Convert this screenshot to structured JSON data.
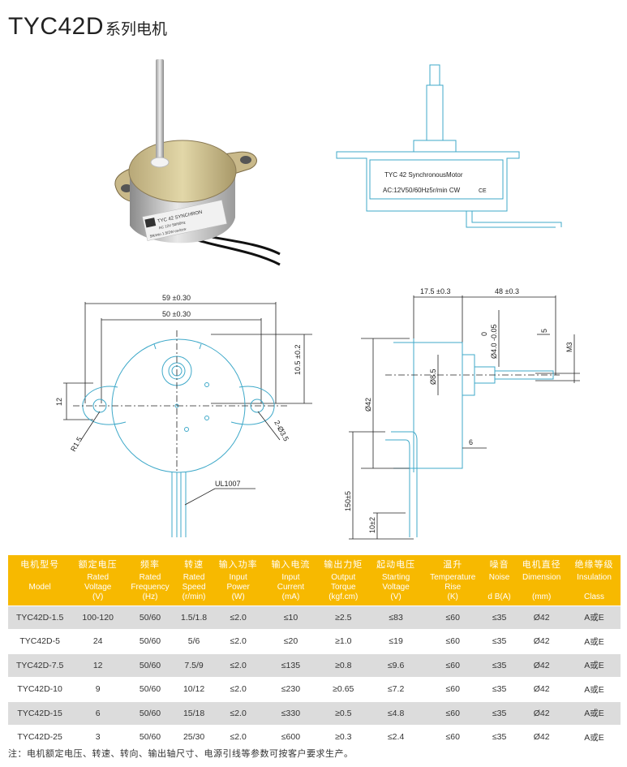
{
  "title": {
    "model": "TYC42D",
    "series": "系列电机"
  },
  "photo_label": {
    "line1": "TYC 42 SYNCHRON",
    "line2": "AC 12V 50/60Hz",
    "line3": "5R/min 1.5/2W cw/ccw"
  },
  "side_drawing": {
    "line1": "TYC 42 SynchronousMotor",
    "line2": "AC:12V50/60Hz5r/min CW",
    "ce": "CE"
  },
  "front_drawing": {
    "dim_59": "59 ±0.30",
    "dim_50": "50 ±0.30",
    "dim_10_5": "10.5 ±0.2",
    "dim_12": "12",
    "dim_r1_5": "R1.5",
    "dim_holes": "2-Ø3.5",
    "lead_label": "UL1007"
  },
  "profile_drawing": {
    "dim_17_5": "17.5 ±0.3",
    "dim_48": "48 ±0.3",
    "dim_shaft": "Ø4.0 -0.05",
    "dim_shaft_tol0": "0",
    "dim_5": "5",
    "dim_m3": "M3",
    "dim_8_5": "Ø8.5",
    "dim_42": "Ø42",
    "dim_6": "6",
    "dim_150": "150±5",
    "dim_10": "10±2"
  },
  "table": {
    "headers": [
      {
        "zh": "电机型号",
        "en": [
          "",
          "Model",
          ""
        ]
      },
      {
        "zh": "额定电压",
        "en": [
          "Rated",
          "Voltage",
          "(V)"
        ]
      },
      {
        "zh": "频率",
        "en": [
          "Rated",
          "Frequency",
          "(Hz)"
        ]
      },
      {
        "zh": "转速",
        "en": [
          "Rated",
          "Speed",
          "(r/min)"
        ]
      },
      {
        "zh": "输入功率",
        "en": [
          "Input",
          "Power",
          "(W)"
        ]
      },
      {
        "zh": "输入电流",
        "en": [
          "Input",
          "Current",
          "(mA)"
        ]
      },
      {
        "zh": "输出力矩",
        "en": [
          "Output",
          "Torque",
          "(kgf.cm)"
        ]
      },
      {
        "zh": "起动电压",
        "en": [
          "Starting",
          "Voltage",
          "(V)"
        ]
      },
      {
        "zh": "温升",
        "en": [
          "Temperature",
          "Rise",
          "(K)"
        ]
      },
      {
        "zh": "噪音",
        "en": [
          "Noise",
          "",
          "d B(A)"
        ]
      },
      {
        "zh": "电机直径",
        "en": [
          "Dimension",
          "",
          "(mm)"
        ]
      },
      {
        "zh": "绝缘等级",
        "en": [
          "Insulation",
          "",
          "Class"
        ]
      }
    ],
    "rows": [
      [
        "TYC42D-1.5",
        "100-120",
        "50/60",
        "1.5/1.8",
        "≤2.0",
        "≤10",
        "≥2.5",
        "≤83",
        "≤60",
        "≤35",
        "Ø42",
        "A或E"
      ],
      [
        "TYC42D-5",
        "24",
        "50/60",
        "5/6",
        "≤2.0",
        "≤20",
        "≥1.0",
        "≤19",
        "≤60",
        "≤35",
        "Ø42",
        "A或E"
      ],
      [
        "TYC42D-7.5",
        "12",
        "50/60",
        "7.5/9",
        "≤2.0",
        "≤135",
        "≥0.8",
        "≤9.6",
        "≤60",
        "≤35",
        "Ø42",
        "A或E"
      ],
      [
        "TYC42D-10",
        "9",
        "50/60",
        "10/12",
        "≤2.0",
        "≤230",
        "≥0.65",
        "≤7.2",
        "≤60",
        "≤35",
        "Ø42",
        "A或E"
      ],
      [
        "TYC42D-15",
        "6",
        "50/60",
        "15/18",
        "≤2.0",
        "≤330",
        "≥0.5",
        "≤4.8",
        "≤60",
        "≤35",
        "Ø42",
        "A或E"
      ],
      [
        "TYC42D-25",
        "3",
        "50/60",
        "25/30",
        "≤2.0",
        "≤600",
        "≥0.3",
        "≤2.4",
        "≤60",
        "≤35",
        "Ø42",
        "A或E"
      ]
    ]
  },
  "note": "注：电机额定电压、转速、转向、输出轴尺寸、电源引线等参数可按客户要求生产。"
}
